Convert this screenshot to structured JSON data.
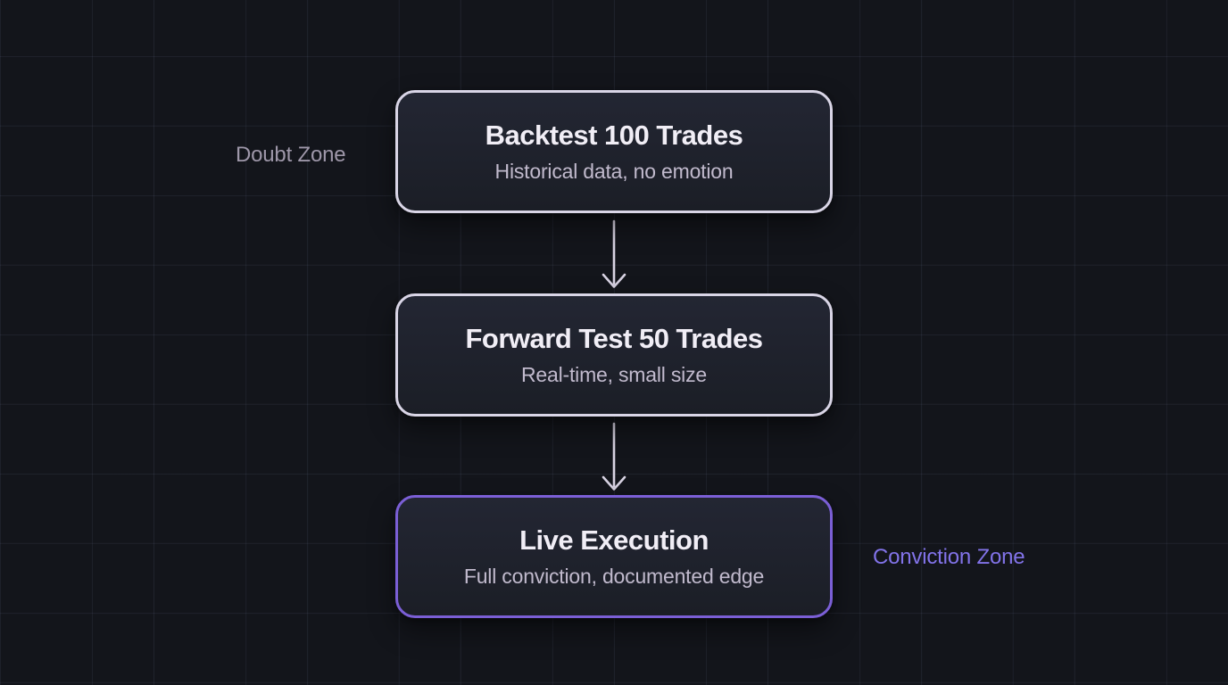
{
  "page": {
    "background_color": "#13151b",
    "grid_line_color": "rgba(160,175,225,0.09)"
  },
  "diagram": {
    "nodes": [
      {
        "title": "Backtest 100 Trades",
        "subtitle": "Historical data, no emotion",
        "border_color": "#d9d5e6"
      },
      {
        "title": "Forward Test 50 Trades",
        "subtitle": "Real-time, small size",
        "border_color": "#d9d5e6"
      },
      {
        "title": "Live Execution",
        "subtitle": "Full conviction, documented edge",
        "border_color": "#7b5fd6"
      }
    ],
    "side_labels": [
      {
        "text": "Doubt Zone",
        "color": "#9e97a9"
      },
      {
        "text": "Conviction Zone",
        "color": "#8273e9"
      }
    ],
    "arrow_color": "#d8d3e3"
  }
}
